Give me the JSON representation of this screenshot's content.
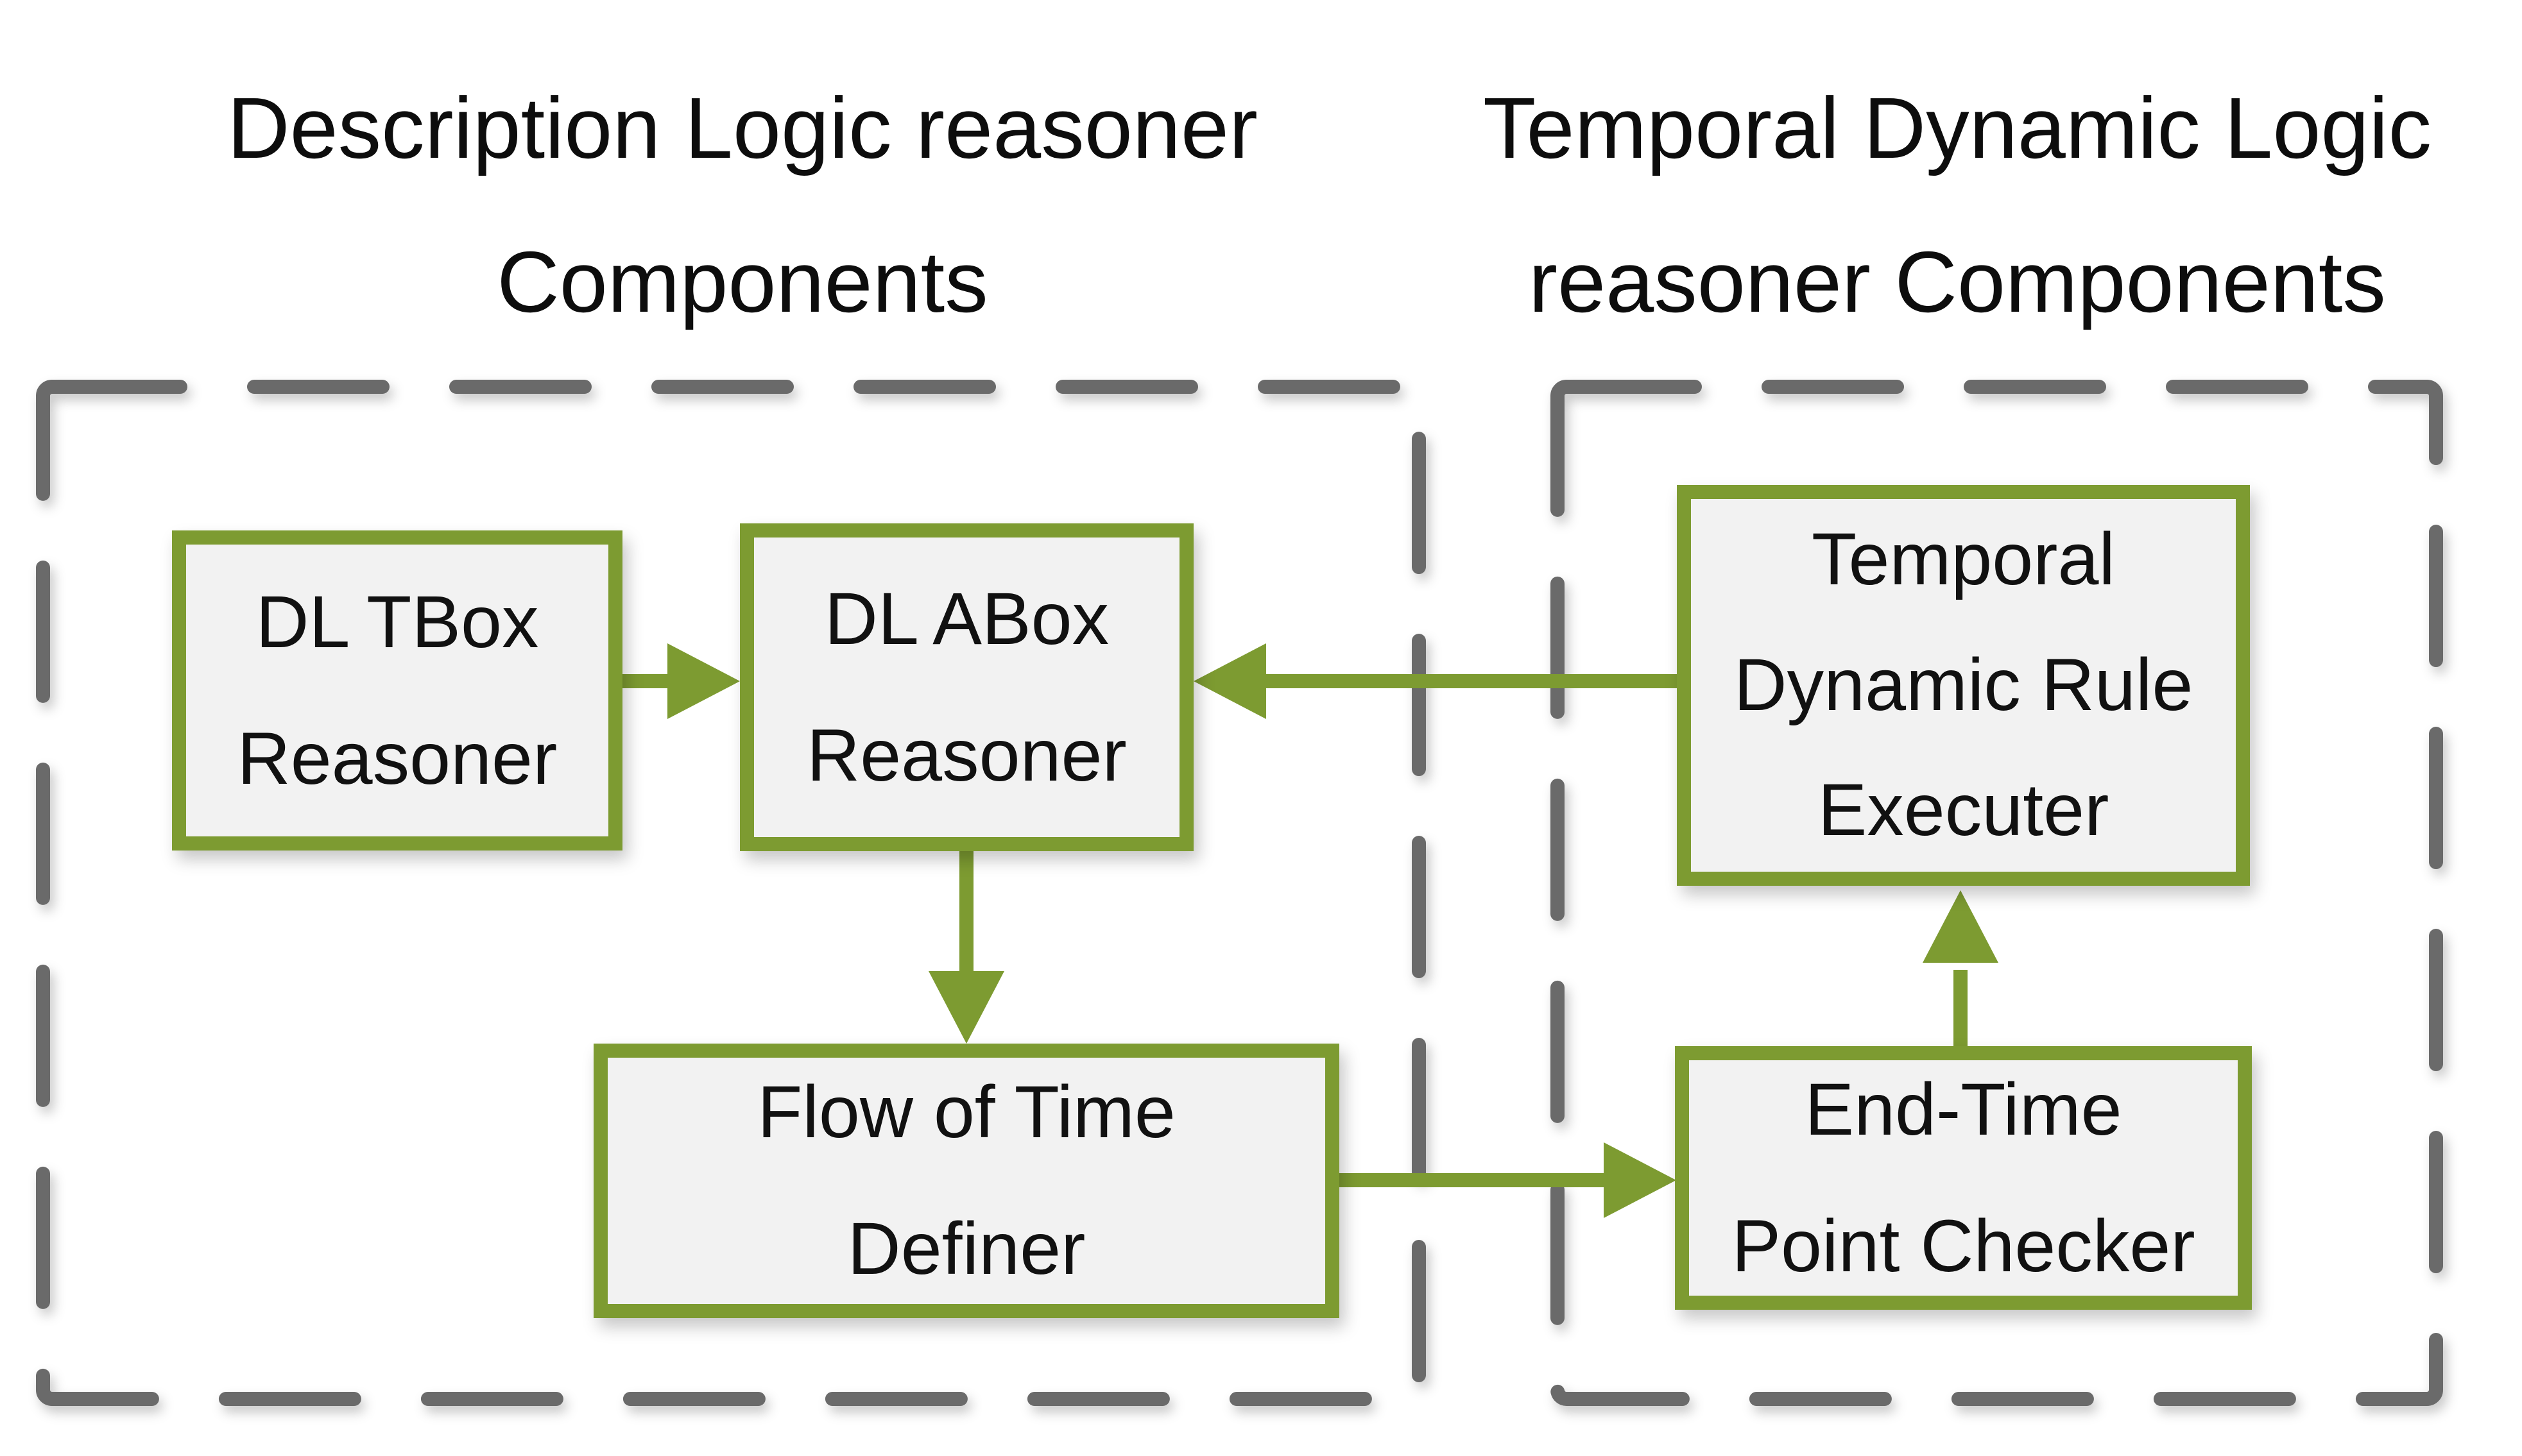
{
  "diagram": {
    "colors": {
      "accent_green": "#7D9B31",
      "dash_gray": "#6A6A6A",
      "box_fill": "#F2F2F2",
      "text": "#111111",
      "background": "#FFFFFF"
    },
    "groups": {
      "left": {
        "title_line1": "Description Logic reasoner",
        "title_line2": "Components"
      },
      "right": {
        "title_line1": "Temporal Dynamic Logic",
        "title_line2": "reasoner Components"
      }
    },
    "nodes": {
      "dl_tbox_reasoner": {
        "lines": [
          "DL TBox",
          "Reasoner"
        ]
      },
      "dl_abox_reasoner": {
        "lines": [
          "DL ABox",
          "Reasoner"
        ]
      },
      "flow_of_time_definer": {
        "lines": [
          "Flow of Time",
          "Definer"
        ]
      },
      "temporal_dynamic_rule_executer": {
        "lines": [
          "Temporal",
          "Dynamic Rule",
          "Executer"
        ]
      },
      "end_time_point_checker": {
        "lines": [
          "End-Time",
          "Point Checker"
        ]
      }
    },
    "edges": [
      {
        "from": "dl_tbox_reasoner",
        "to": "dl_abox_reasoner"
      },
      {
        "from": "temporal_dynamic_rule_executer",
        "to": "dl_abox_reasoner"
      },
      {
        "from": "dl_abox_reasoner",
        "to": "flow_of_time_definer"
      },
      {
        "from": "flow_of_time_definer",
        "to": "end_time_point_checker"
      },
      {
        "from": "end_time_point_checker",
        "to": "temporal_dynamic_rule_executer"
      }
    ]
  }
}
